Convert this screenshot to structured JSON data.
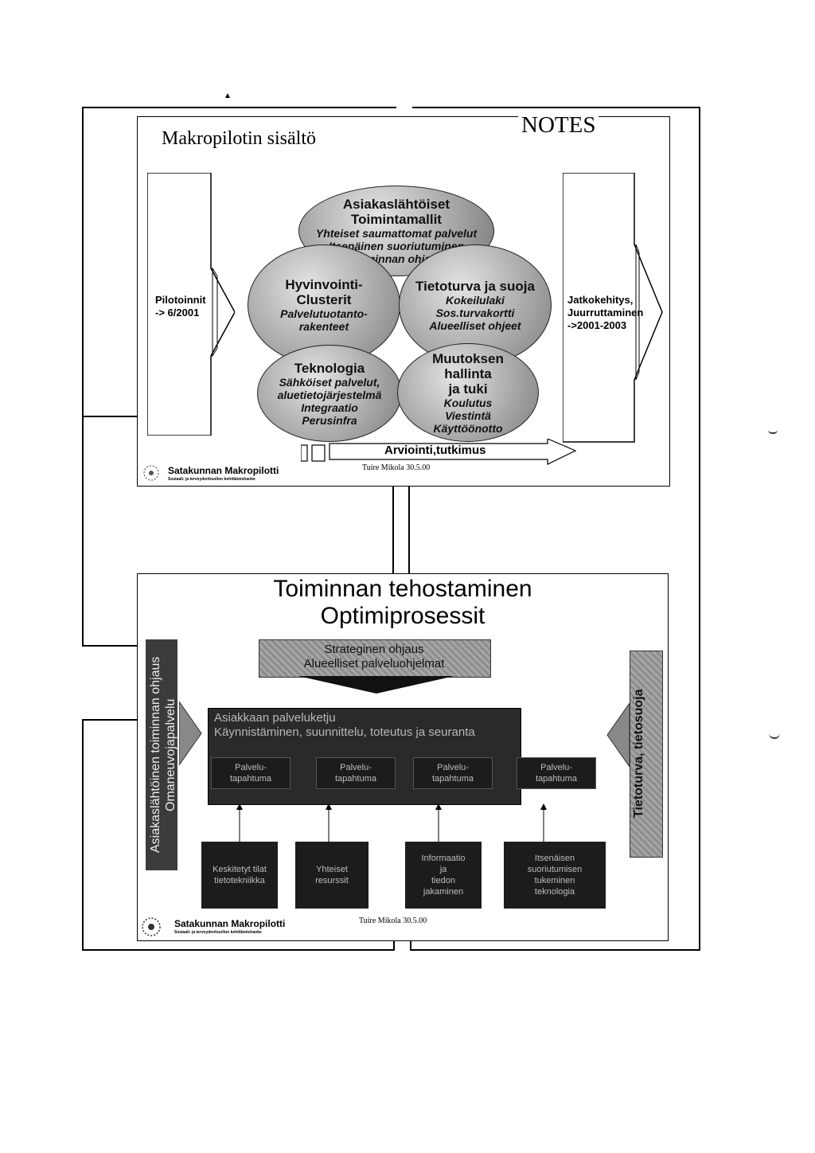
{
  "slide1": {
    "title": "Makropilotin sisältö",
    "notes": "NOTES",
    "left_arrow_text": [
      "Pilotoinnit",
      "-> 6/2001"
    ],
    "right_arrow_text": [
      "Jatkokehitys,",
      "Juurruttaminen",
      "->2001-2003"
    ],
    "circles": [
      {
        "heading": [
          "Asiakaslähtöiset",
          "Toimintamallit"
        ],
        "items": [
          "Yhteiset saumattomat palvelut",
          "Itsenäinen suoriutuminen",
          "Toiminnan ohjaus"
        ]
      },
      {
        "heading": [
          "Hyvinvointi-",
          "Clusterit"
        ],
        "items": [
          "Palvelutuotanto-",
          "rakenteet"
        ]
      },
      {
        "heading": [
          "Tietoturva ja suoja"
        ],
        "items": [
          "Kokeilulaki",
          "Sos.turvakortti",
          "Alueelliset ohjeet"
        ]
      },
      {
        "heading": [
          "Teknologia"
        ],
        "items": [
          "Sähköiset palvelut,",
          "aluetietojärjestelmä",
          "Integraatio",
          "Perusinfra"
        ]
      },
      {
        "heading": [
          "Muutoksen",
          "hallinta",
          "ja tuki"
        ],
        "items": [
          "Koulutus",
          "Viestintä",
          "Käyttöönotto"
        ]
      }
    ],
    "bottom_arrow": "Arviointi,tutkimus",
    "author": "Tuire Mikola 30.5.00",
    "logo_title": "Satakunnan Makropilotti",
    "logo_sub": "Sosiaali- ja terveydenhuollon kehittämishanke"
  },
  "slide2": {
    "title_line1": "Toiminnan tehostaminen",
    "title_line2": "Optimiprosessit",
    "top_box": [
      "Strateginen ohjaus",
      "Alueelliset palveluohjelmat"
    ],
    "left_bar": [
      "Asiakaslähtöinen toiminnan ohjaus",
      "Omaneuvojapalvelu"
    ],
    "right_bar": [
      "Tietoturva, tietosuoja"
    ],
    "center_header": [
      "Asiakkaan palveluketju",
      "Käynnistäminen, suunnittelu, toteutus ja seuranta"
    ],
    "events": [
      "Palvelu-tapahtuma",
      "Palvelu-tapahtuma",
      "Palvelu-tapahtuma",
      "Palvelu-tapahtuma"
    ],
    "bottom_boxes": [
      [
        "Keskitetyt tilat",
        "tietotekniikka"
      ],
      [
        "Yhteiset",
        "resurssit"
      ],
      [
        "Informaatio",
        "ja",
        "tiedon",
        "jakaminen"
      ],
      [
        "Itsenäisen",
        "suoriutumisen",
        "tukeminen",
        "teknologia"
      ]
    ],
    "author": "Tuire Mikola 30.5.00",
    "logo_title": "Satakunnan Makropilotti",
    "logo_sub": "Sosiaali- ja terveydenhuollon kehittämishanke"
  }
}
